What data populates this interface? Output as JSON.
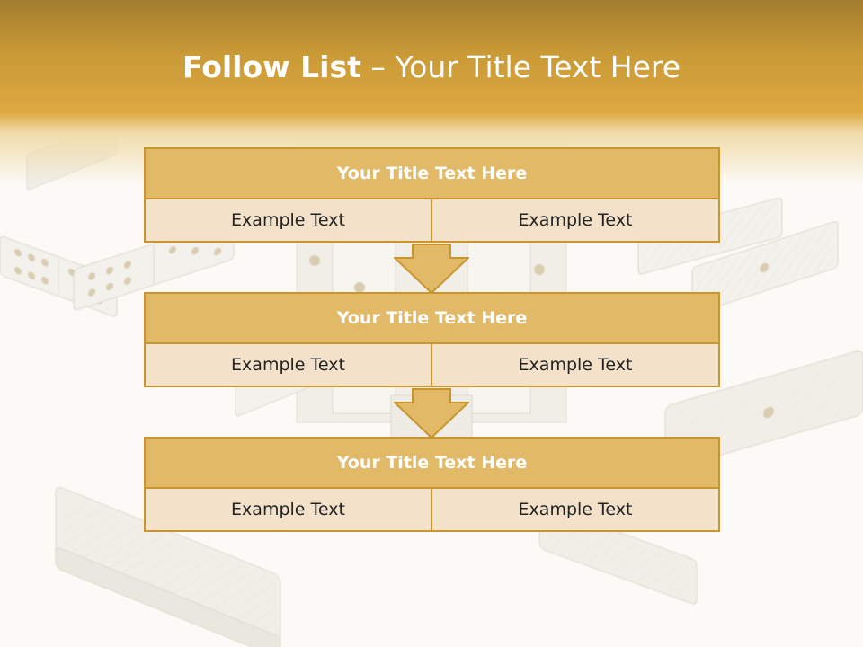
{
  "slide": {
    "title_bold": "Follow List",
    "title_rest": " – Your Title Text Here"
  },
  "steps": [
    {
      "title": "Your Title Text Here",
      "left": "Example Text",
      "right": "Example Text"
    },
    {
      "title": "Your Title Text Here",
      "left": "Example Text",
      "right": "Example Text"
    },
    {
      "title": "Your Title Text Here",
      "left": "Example Text",
      "right": "Example Text"
    }
  ],
  "colors": {
    "header_gold": "#dea841",
    "box_fill": "#e2b967",
    "box_border": "#c9952f",
    "cell_fill": "#f3e1ca",
    "arrow_fill": "#e2b967"
  }
}
